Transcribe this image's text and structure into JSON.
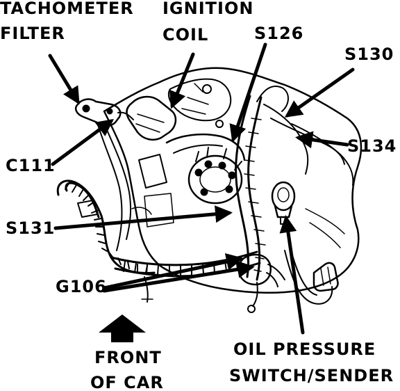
{
  "labels": {
    "tachometer_filter": [
      "TACHOMETER",
      "FILTER"
    ],
    "ignition_coil": [
      "IGNITION",
      "COIL"
    ],
    "s126": "S126",
    "s130": "S130",
    "s134": "S134",
    "c111": "C111",
    "s131": "S131",
    "g106": "G106",
    "front_of_car": [
      "FRONT",
      "OF CAR"
    ],
    "oil_pressure": [
      "OIL PRESSURE",
      "SWITCH/SENDER"
    ]
  },
  "colors": {
    "ink": "#000000",
    "paper": "#ffffff"
  }
}
